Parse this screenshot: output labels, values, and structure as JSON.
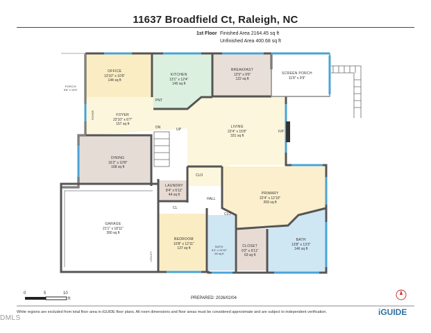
{
  "header": {
    "address": "11637 Broadfield Ct, Raleigh, NC",
    "floor": "1st Floor",
    "finished_area": "Finished Area 2164.45 sq ft",
    "unfinished_area": "Unfinished Area 400.68 sq ft"
  },
  "rooms": {
    "office": {
      "name": "OFFICE",
      "dims": "13'10\" x 10'6\"",
      "area": "144 sq ft"
    },
    "kitchen": {
      "name": "KITCHEN",
      "dims": "13'1\" x 12'4\"",
      "area": "145 sq ft"
    },
    "breakfast": {
      "name": "BREAKFAST",
      "dims": "12'9\" x 9'6\"",
      "area": "122 sq ft"
    },
    "screen_porch": {
      "name": "SCREEN PORCH",
      "dims": "11'8\" x 9'9\""
    },
    "porch": {
      "name": "PORCH",
      "dims": "5'8\" x 19'3\""
    },
    "foyer": {
      "name": "FOYER",
      "dims": "22'10\" x 6'7\"",
      "area": "157 sq ft"
    },
    "living": {
      "name": "LIVING",
      "dims": "22'4\" x 15'8\"",
      "area": "331 sq ft"
    },
    "dining": {
      "name": "DINING",
      "dims": "16'2\" x 10'8\"",
      "area": "168 sq ft"
    },
    "laundry": {
      "name": "LAUNDRY",
      "dims": "8'4\" x 5'11\"",
      "area": "44 sq ft"
    },
    "primary": {
      "name": "PRIMARY",
      "dims": "22'4\" x 12'10\"",
      "area": "269 sq ft"
    },
    "garage": {
      "name": "GARAGE",
      "dims": "21'1\" x 18'11\"",
      "area": "390 sq ft"
    },
    "bedroom": {
      "name": "BEDROOM",
      "dims": "10'8\" x 12'11\"",
      "area": "137 sq ft"
    },
    "bath_small": {
      "name": "BATH",
      "dims": "5'4\" x 12'10\"",
      "area": "60 sq ft"
    },
    "closet": {
      "name": "CLOSET",
      "dims": "9'2\" x 6'11\"",
      "area": "63 sq ft"
    },
    "bath": {
      "name": "BATH",
      "dims": "13'8\" x 13'3\"",
      "area": "146 sq ft"
    }
  },
  "labels": {
    "pnt": "PNT",
    "up": "UP",
    "dn": "DN",
    "clo1": "CLO",
    "clo2": "CLO",
    "hall": "HALL",
    "cl": "CL",
    "fp": "F/P",
    "utility": "UTILITY",
    "foyer_side": "FOYER"
  },
  "scale": {
    "t0": "0",
    "t5": "5",
    "t10": "10",
    "unit": "ft"
  },
  "prepared": "PREPARED: 2026/02/04",
  "footer": "White regions are excluded from total floor area in iGUIDE floor plans. All room dimensions and floor areas must be considered approximate and are subject to independent verification.",
  "logo": "iGUIDE",
  "watermark": "DMLS",
  "colors": {
    "office": "#faedc3",
    "kitchen": "#dcf0df",
    "breakfast": "#e8dfd8",
    "foyer": "#fbf6dc",
    "dining": "#e6dcd6",
    "primary": "#fbefcd",
    "bath": "#cfe6f3",
    "closet": "#e7dbd3",
    "laundry": "#e7dbd3",
    "bedroom": "#faedc3",
    "window": "#4aa3d6"
  }
}
